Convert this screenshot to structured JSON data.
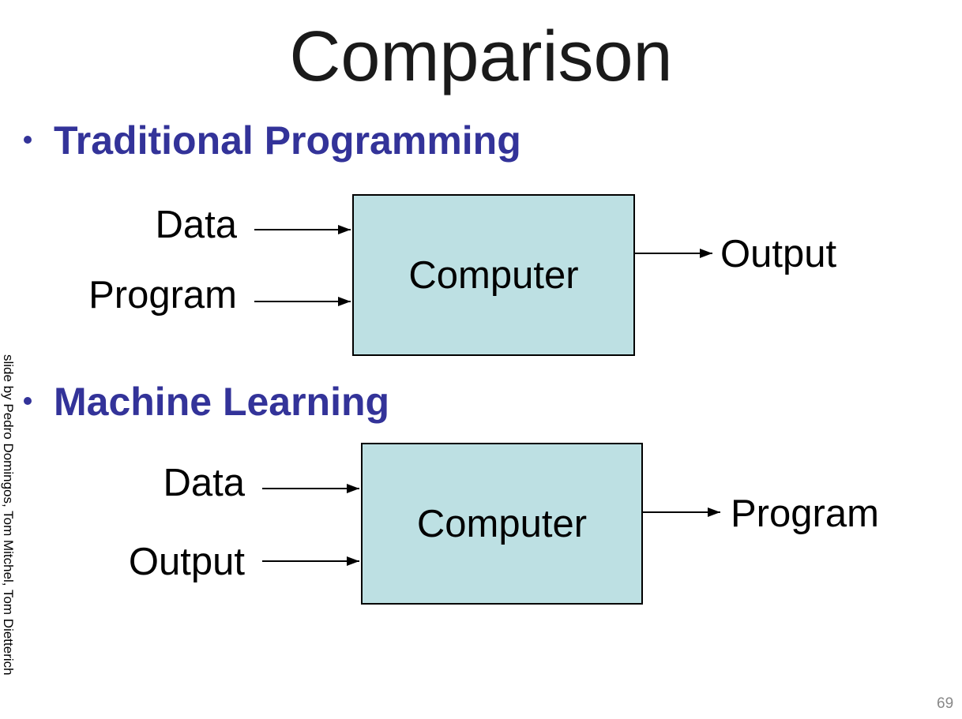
{
  "title": "Comparison",
  "sections": [
    {
      "heading": "Traditional Programming",
      "inputs": [
        "Data",
        "Program"
      ],
      "box_label": "Computer",
      "output": "Output"
    },
    {
      "heading": "Machine Learning",
      "inputs": [
        "Data",
        "Output"
      ],
      "box_label": "Computer",
      "output": "Program"
    }
  ],
  "credit": "slide by Pedro Domingos, Tom Mitchel, Tom Dietterich",
  "page_number": "69",
  "colors": {
    "heading": "#333399",
    "box_fill": "#bde0e3"
  }
}
